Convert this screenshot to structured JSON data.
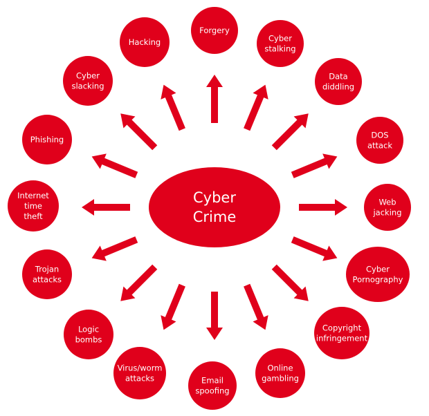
{
  "center": {
    "line1": "Cyber",
    "line2": "Crime"
  },
  "colors": {
    "node_fill": "#e0001b",
    "arrow_fill": "#e0001b",
    "text": "#ffffff",
    "background": "#ffffff"
  },
  "nodes": [
    {
      "id": "forgery",
      "lines": [
        "Forgery"
      ]
    },
    {
      "id": "cyber-stalking",
      "lines": [
        "Cyber",
        "stalking"
      ]
    },
    {
      "id": "data-diddling",
      "lines": [
        "Data",
        "diddling"
      ]
    },
    {
      "id": "dos-attack",
      "lines": [
        "DOS",
        "attack"
      ]
    },
    {
      "id": "web-jacking",
      "lines": [
        "Web",
        "jacking"
      ]
    },
    {
      "id": "cyber-pornography",
      "lines": [
        "Cyber",
        "Pornography"
      ]
    },
    {
      "id": "copyright-infringement",
      "lines": [
        "Copyright",
        "infringement"
      ]
    },
    {
      "id": "online-gambling",
      "lines": [
        "Online",
        "gambling"
      ]
    },
    {
      "id": "email-spoofing",
      "lines": [
        "Email",
        "spoofing"
      ]
    },
    {
      "id": "virus-worm-attacks",
      "lines": [
        "Virus/worm",
        "attacks"
      ]
    },
    {
      "id": "logic-bombs",
      "lines": [
        "Logic",
        "bombs"
      ]
    },
    {
      "id": "trojan-attacks",
      "lines": [
        "Trojan",
        "attacks"
      ]
    },
    {
      "id": "internet-time-theft",
      "lines": [
        "Internet",
        "time",
        "theft"
      ]
    },
    {
      "id": "phishing",
      "lines": [
        "Phishing"
      ]
    },
    {
      "id": "cyber-slacking",
      "lines": [
        "Cyber",
        "slacking"
      ]
    },
    {
      "id": "hacking",
      "lines": [
        "Hacking"
      ]
    }
  ]
}
